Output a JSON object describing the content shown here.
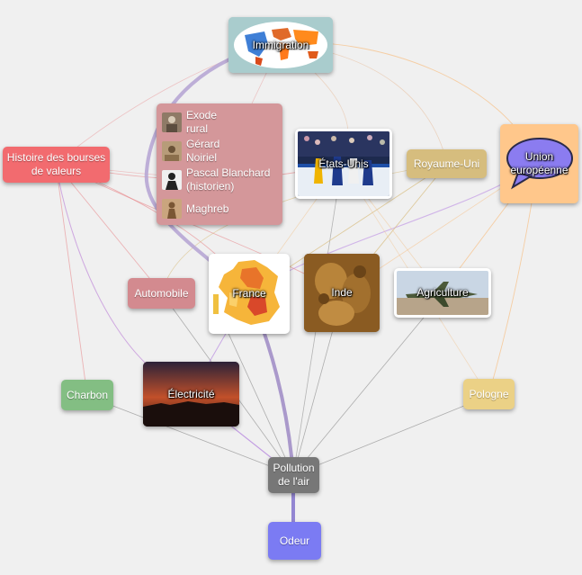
{
  "nodes": {
    "immigration": {
      "label": "Immigration",
      "color": "#a9cccd"
    },
    "histoire_bourses": {
      "label": "Histoire des bourses de valeurs",
      "color": "#f26b6f"
    },
    "etats_unis": {
      "label": "États-Unis",
      "color": "#ffffff"
    },
    "royaume_uni": {
      "label": "Royaume-Uni",
      "color": "#d6bd7e"
    },
    "union_europeenne": {
      "label": "Union européenne",
      "color": "#ffc78b"
    },
    "automobile": {
      "label": "Automobile",
      "color": "#d38a8f"
    },
    "france": {
      "label": "France",
      "color": "#ffffff"
    },
    "inde": {
      "label": "Inde",
      "color": "#8a5b22"
    },
    "agriculture": {
      "label": "Agriculture",
      "color": "#ffffff"
    },
    "charbon": {
      "label": "Charbon",
      "color": "#83be83"
    },
    "electricite": {
      "label": "Électricité",
      "color": "#2e1c1c"
    },
    "pologne": {
      "label": "Pologne",
      "color": "#ebd186"
    },
    "pollution": {
      "label": "Pollution de l'air",
      "color": "#777777"
    },
    "odeur": {
      "label": "Odeur",
      "color": "#7b7bf3"
    }
  },
  "group": {
    "color": "#d4979a",
    "items": [
      {
        "label": "Exode rural",
        "icon": "sepia-portrait-icon"
      },
      {
        "label": "Gérard Noiriel",
        "icon": "sepia-photo-icon"
      },
      {
        "label": "Pascal Blanchard (historien)",
        "icon": "silhouette-portrait-icon"
      },
      {
        "label": "Maghreb",
        "icon": "sepia-figure-icon"
      }
    ]
  }
}
